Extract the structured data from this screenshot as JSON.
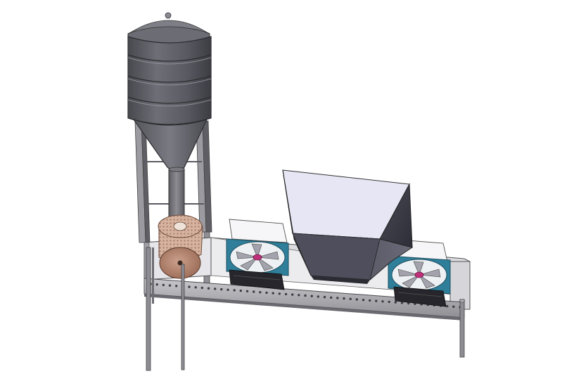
{
  "scene": {
    "background": "#ffffff",
    "colors": {
      "silo_body": "#5c5c64",
      "silo_roof": "#6a6a72",
      "frame_metal": "#a6a6ac",
      "frame_dark": "#5a5a60",
      "drum_copper": "#c9a48d",
      "drum_face": "#b07f68",
      "hopper_light": "#e8e8f4",
      "hopper_dark": "#4a4a56",
      "fan_housing": "#2f7f9a",
      "fan_blade": "#9a9aa6",
      "fan_hub": "#c0307a",
      "tray_dark": "#2a2a30",
      "panel_light": "#f4f4f6"
    },
    "components": [
      "silo",
      "silo-support-legs",
      "discharge-pipe",
      "rotary-drum",
      "conveyor-frame",
      "feed-hopper",
      "fan-unit-left",
      "fan-unit-right",
      "support-posts"
    ]
  }
}
